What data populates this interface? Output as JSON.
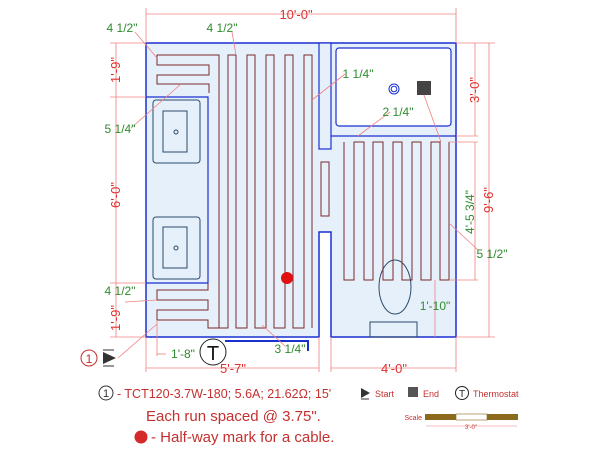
{
  "dimensions": {
    "overall_width": "10'-0\"",
    "overall_height": "9'-6\"",
    "top_left_offset": "4 1/2\"",
    "top_run_offset": "4 1/2\"",
    "left_top_height": "1'-9\"",
    "vanity_offset": "5 1/4\"",
    "vanity_length": "6'-0\"",
    "bottom_left_offset": "4 1/2\"",
    "left_bottom_height": "1'-9\"",
    "wall_gap": "1 1/4\"",
    "tub_gap": "2 1/4\"",
    "tub_depth": "3'-0\"",
    "right_run_length": "4'-5 3/4\"",
    "right_edge_offset": "5 1/2\"",
    "toilet_clearance": "1'-10\"",
    "thermostat_offset": "1'-8\"",
    "bottom_gap": "3 1/4\"",
    "left_room_width": "5'-7\"",
    "right_room_width": "4'-0\""
  },
  "markers": {
    "cable_number": "1",
    "thermostat_letter": "T"
  },
  "legend": {
    "cable_number": "1",
    "cable_spec": "- TCT120-3.7W-180; 5.6A; 21.62Ω; 15'",
    "start_label": "Start",
    "end_label": "End",
    "thermostat_letter": "T",
    "thermostat_label": "Thermostat",
    "spacing_note": "Each run spaced @ 3.75\".",
    "halfway_note": "- Half-way mark for a cable.",
    "scale_label": "Scale",
    "scale_length": "3'-0\""
  },
  "colors": {
    "wall": "#1a2fd0",
    "floor": "#e6f0fb",
    "cable": "#7a2a2a",
    "dimension": "#e0302f",
    "note": "#2e8b2e",
    "halfway": "#e01010",
    "scale": "#8b6a1e"
  }
}
